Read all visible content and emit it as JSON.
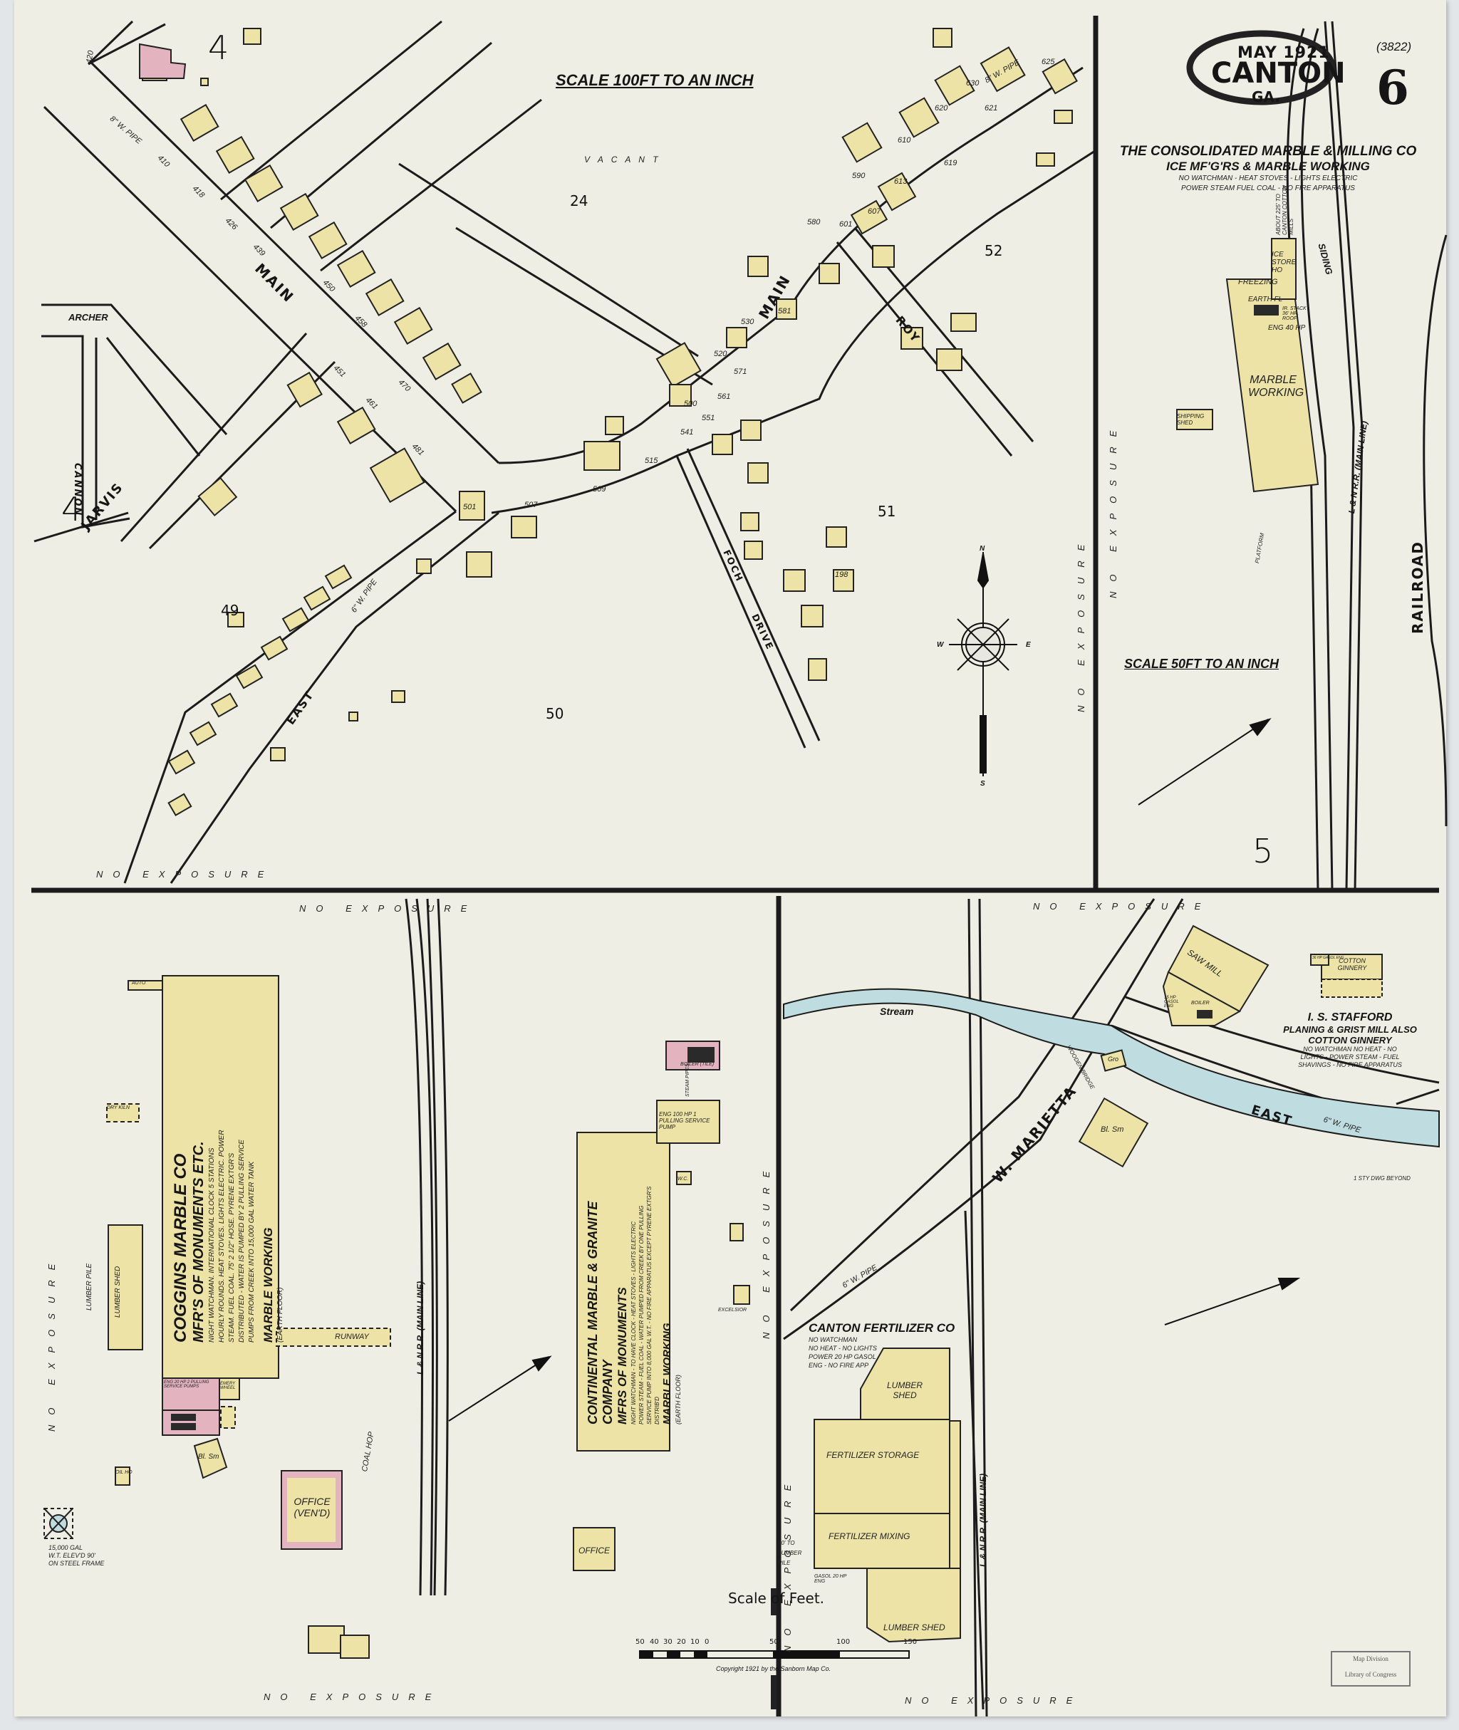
{
  "map": {
    "title_cartouche": {
      "date": "May 1921",
      "city": "Canton",
      "state": "Ga."
    },
    "sheet_number": "6",
    "sheet_ref": "(3822)",
    "copyright": "Copyright 1921 by the Sanborn Map Co.",
    "stamp": {
      "line1": "Map Division",
      "line2": "Library of Congress"
    },
    "colors": {
      "paper": "#efeee4",
      "frame_wood": "#ede3a6",
      "brick": "#e3b3c0",
      "water": "#bfdde0",
      "ink": "#151515"
    },
    "scales": {
      "top_left": "Scale 100ft to an inch",
      "top_right": "Scale 50ft to an inch",
      "bar_title": "Scale of Feet.",
      "bar_ticks": [
        "50",
        "40",
        "30",
        "20",
        "10",
        "0",
        "50",
        "100",
        "150"
      ]
    },
    "compass": {
      "n": "N",
      "s": "S",
      "e": "E",
      "w": "W"
    },
    "adjoining_sheets": [
      "4",
      "4",
      "5"
    ],
    "block_numbers": [
      "24",
      "52",
      "51",
      "49",
      "50"
    ],
    "streets": {
      "main_1": "MAIN",
      "main_2": "MAIN",
      "jarvis": "JARVIS",
      "archer": "ARCHER",
      "cannon": "CANNON",
      "east_top": "EAST",
      "roy": "ROY",
      "foch": "FOCH",
      "drive": "DRIVE",
      "w_marietta": "W. MARIETTA",
      "east_bottom": "EAST",
      "railroad": "RAILROAD",
      "siding": "SIDING",
      "ln_rr_top": "L & N R.R. (MAIN LINE)",
      "ln_rr_mid": "L & N R.R. (MAIN LINE)",
      "ln_rr_bot": "L & N R.R. (MAIN LINE)",
      "stream": "Stream"
    },
    "labels": {
      "vacant": "V A C A N T",
      "no_exposure": "NO EXPOSURE",
      "pipe_8": "8\" W. PIPE",
      "pipe_6": "6\" W. PIPE",
      "coal_hopper": "COAL HOP",
      "runway": "RUNWAY",
      "wooden_bridge": "WOODEN BRIDGE",
      "one_sty_dwg": "1 STY DWG BEYOND",
      "lumber_pile_note": "50' TO LUMBER PILE",
      "water_tank": [
        "15,000 GAL",
        "W.T. ELEV'D 90'",
        "ON STEEL FRAME"
      ],
      "address_numbers": [
        "420",
        "410",
        "418",
        "426",
        "439",
        "450",
        "458",
        "470",
        "451",
        "461",
        "481",
        "501",
        "507",
        "509",
        "515",
        "541",
        "551",
        "561",
        "571",
        "581",
        "500",
        "520",
        "530",
        "580",
        "590",
        "601",
        "607",
        "610",
        "613",
        "619",
        "620",
        "621",
        "625",
        "630",
        "198"
      ]
    },
    "businesses": [
      {
        "name": "The Consolidated Marble & Milling Co",
        "subtitle": "Ice Mf'g'rs & Marble Working",
        "notes": [
          "No watchman - heat stoves - lights electric",
          "Power steam  fuel coal - no fire apparatus"
        ],
        "rooms": [
          "Freezing",
          "Ice Store Ho",
          "Earth Fl",
          "Ir. Stack 36' Hr. Roof",
          "Eng 40 HP",
          "Marble Working",
          "Shipping Shed",
          "Platform"
        ],
        "note_arrow": "About 225' to Canton Cotton Mills"
      },
      {
        "name": "Coggins Marble Co",
        "subtitle": "Mfr's of Monuments Etc.",
        "notes": [
          "Night watchman. International clock 5 stations",
          "hourly rounds. Heat stoves. Lights electric. Power",
          "steam. Fuel coal. 75' 2 1/2\" hose. Pyrene extgr's",
          "distributed - water is pumped by 2 pulling service",
          "pumps from creek into 15,000 gal water tank"
        ],
        "rooms": [
          "Marble Working",
          "(Earth Floor)",
          "Eng 20 HP 2 Pulling Service Pumps",
          "Emery Wheel",
          "Lumber Pile",
          "Lumber Shed",
          "Bl. Sm",
          "Oil Ho",
          "Office (Ven'd)",
          "Auto",
          "Dry Kiln"
        ]
      },
      {
        "name": "Continental Marble & Granite Company",
        "subtitle": "Mfrs of Monuments",
        "notes": [
          "Night watchman - to have clock - heat stoves - lights electric",
          "Power steam - fuel coal - water pumped from creek by one pulling",
          "service pump into 8,000 gal W.T. - no fire apparatus except pyrene extgr's",
          "distrib'd"
        ],
        "rooms": [
          "Marble Working",
          "(Earth Floor)",
          "Eng 100 HP 1 Pulling Service Pump",
          "Steam Pipes",
          "Boiler (Tile)",
          "W.C.",
          "Office",
          "Excelsior"
        ]
      },
      {
        "name": "I. S. Stafford",
        "subtitle": "Planing & Grist Mill  also Cotton Ginnery",
        "notes": [
          "No watchman  no heat - no",
          "lights - power steam - fuel",
          "shavings - no fire apparatus"
        ],
        "rooms": [
          "Saw Mill",
          "15 HP Gasol Eng",
          "Boiler",
          "Cotton Ginnery",
          "36 HP Gasol Eng",
          "Gro",
          "Bl. Sm"
        ]
      },
      {
        "name": "Canton Fertilizer Co",
        "notes": [
          "No watchman",
          "No heat - no lights",
          "Power 20 HP Gasol",
          "Eng - no fire app"
        ],
        "rooms": [
          "Lumber Shed",
          "Fertilizer Storage",
          "Fertilizer Mixing",
          "Gasol 20 HP Eng",
          "Lumber Shed"
        ]
      }
    ]
  }
}
